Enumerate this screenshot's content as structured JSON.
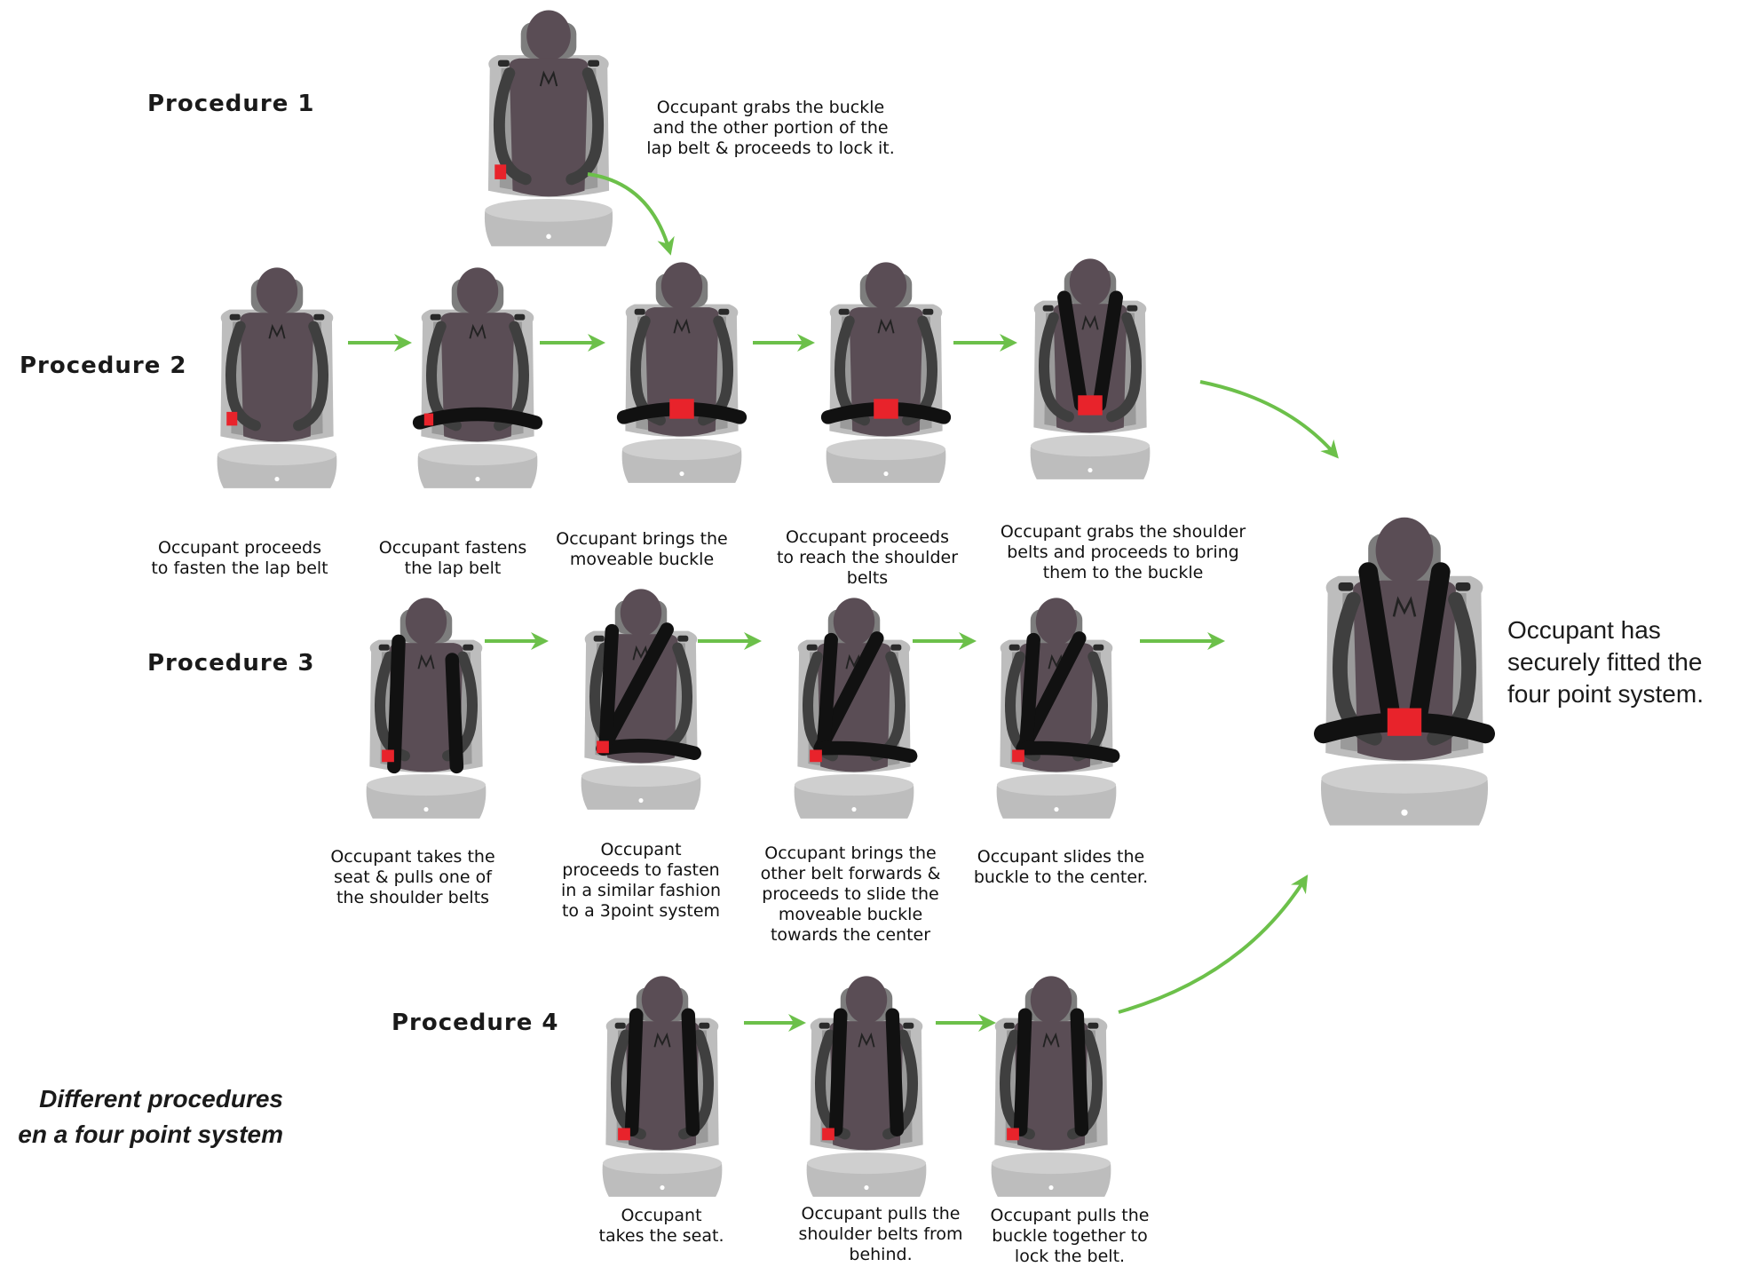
{
  "colors": {
    "seat_light": "#bdbdbd",
    "seat_mid": "#9a9a9a",
    "body": "#5a4d55",
    "arm": "#3f3f3f",
    "belt": "#111111",
    "buckle": "#e8232b",
    "arrow": "#6cc04a"
  },
  "icons": {
    "figure": "seated-occupant-icon",
    "arrow": "green-arrow-icon"
  },
  "procedures": [
    {
      "label": "Procedure 1",
      "steps": [
        {
          "caption": [
            "Occupant grabs the buckle",
            "and the other portion of the",
            "lap belt & proceeds to lock it."
          ]
        }
      ]
    },
    {
      "label": "Procedure 2",
      "steps": [
        {
          "caption": [
            "Occupant proceeds",
            "to fasten the lap belt"
          ]
        },
        {
          "caption": [
            "Occupant fastens",
            "the lap belt"
          ]
        },
        {
          "caption": [
            "Occupant brings the",
            "moveable buckle"
          ]
        },
        {
          "caption": [
            "Occupant proceeds",
            "to reach the shoulder",
            "belts"
          ]
        },
        {
          "caption": [
            "Occupant grabs the shoulder",
            "belts and proceeds to bring",
            "them to the buckle"
          ]
        }
      ]
    },
    {
      "label": "Procedure 3",
      "steps": [
        {
          "caption": [
            "Occupant takes the",
            "seat & pulls one of",
            "the shoulder belts"
          ]
        },
        {
          "caption": [
            "Occupant",
            "proceeds to fasten",
            "in a similar fashion",
            "to a 3point system"
          ]
        },
        {
          "caption": [
            "Occupant brings the",
            "other belt forwards &",
            "proceeds to slide the",
            "moveable buckle",
            "towards the center"
          ]
        },
        {
          "caption": [
            "Occupant slides the",
            "buckle to the center."
          ]
        }
      ]
    },
    {
      "label": "Procedure 4",
      "steps": [
        {
          "caption": [
            "Occupant",
            "takes the seat."
          ]
        },
        {
          "caption": [
            "Occupant pulls the",
            "shoulder belts from",
            "behind."
          ]
        },
        {
          "caption": [
            "Occupant pulls the",
            "buckle together to",
            "lock the belt."
          ]
        }
      ]
    }
  ],
  "final": {
    "caption": [
      "Occupant has",
      "securely fitted the",
      "four point system."
    ]
  },
  "figure_caption": [
    "Different procedures",
    "en a four point system"
  ]
}
